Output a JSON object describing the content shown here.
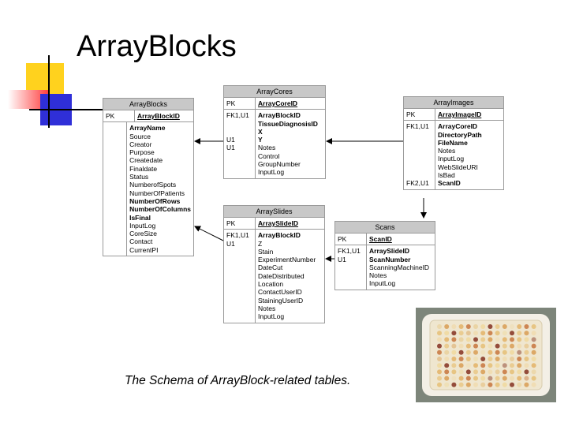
{
  "slide": {
    "title": "ArrayBlocks",
    "caption": "The Schema of ArrayBlock-related tables."
  },
  "tables": {
    "array_blocks": {
      "name": "ArrayBlocks",
      "pk_label": "PK",
      "pk_fields": [
        "ArrayBlockID"
      ],
      "fields": [
        "ArrayName",
        "Source",
        "Creator",
        "Purpose",
        "Createdate",
        "Finaldate",
        "Status",
        "NumberofSpots",
        "NumberOfPatients",
        "NumberOfRows",
        "NumberOfColumns",
        "IsFinal",
        "InputLog",
        "CoreSize",
        "Contact",
        "CurrentPI"
      ]
    },
    "array_cores": {
      "name": "ArrayCores",
      "pk_label": "PK",
      "pk_fields": [
        "ArrayCoreID"
      ],
      "key_labels": "FK1,U1\n\n\nU1\nU1",
      "fields": [
        "ArrayBlockID",
        "TissueDiagnosisID",
        "X",
        "Y",
        "Notes",
        "Control",
        "GroupNumber",
        "InputLog"
      ]
    },
    "array_images": {
      "name": "ArrayImages",
      "pk_label": "PK",
      "pk_fields": [
        "ArrayImageID"
      ],
      "key_labels": "FK1,U1\n\n\n\n\n\n\nFK2,U1",
      "fields": [
        "ArrayCoreID",
        "DirectoryPath",
        "FileName",
        "Notes",
        "InputLog",
        "WebSlideURI",
        "IsBad",
        "ScanID"
      ]
    },
    "array_slides": {
      "name": "ArraySlides",
      "pk_label": "PK",
      "pk_fields": [
        "ArraySlideID"
      ],
      "key_labels": "FK1,U1\nU1",
      "fields": [
        "ArrayBlockID",
        "Z",
        "Stain",
        "ExperimentNumber",
        "DateCut",
        "DateDistributed",
        "Location",
        "ContactUserID",
        "StainingUserID",
        "Notes",
        "InputLog"
      ]
    },
    "scans": {
      "name": "Scans",
      "pk_label": "PK",
      "pk_fields": [
        "ScanID"
      ],
      "key_labels": "FK1,U1\nU1",
      "fields": [
        "ArraySlideID",
        "ScanNumber",
        "ScanningMachineID",
        "Notes",
        "InputLog"
      ]
    }
  },
  "colors": {
    "accent_yellow": "#ffd21e",
    "accent_blue": "#2f2fd8",
    "accent_red": "#ff3b3b",
    "table_header": "#c8c8c8"
  },
  "image": {
    "description_icon": "tissue-microarray-photo"
  }
}
